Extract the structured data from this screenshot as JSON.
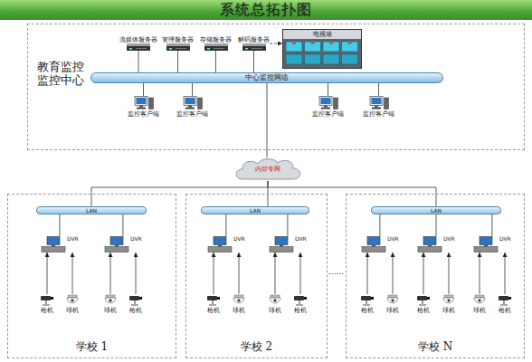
{
  "diagram": {
    "title": "系统总拓扑图",
    "nodes": [
      {
        "text": [
          "教育监控 监控中心"
        ]
      },
      {
        "text": [
          "流媒体服务器"
        ],
        "in": 0
      },
      {
        "text": [
          "管理服务器"
        ],
        "in": 0
      },
      {
        "text": [
          "存储服务器"
        ],
        "in": 0
      },
      {
        "text": [
          "解码服务器"
        ],
        "in": 0
      },
      {
        "text": [
          "电视墙"
        ],
        "in": 0
      },
      {
        "text": [
          "中心监控网络"
        ],
        "in": 0
      },
      {
        "text": [
          "监控客户端"
        ],
        "in": 0
      },
      {
        "text": [
          "监控客户端"
        ],
        "in": 0
      },
      {
        "text": [
          "监控客户端"
        ],
        "in": 0
      },
      {
        "text": [
          "监控客户端"
        ],
        "in": 0
      },
      {
        "text": [
          "内部专网"
        ]
      },
      {
        "text": [
          "学校 1"
        ]
      },
      {
        "text": [
          "LAN"
        ],
        "in": 12
      },
      {
        "text": [
          "DVR"
        ],
        "in": 12
      },
      {
        "text": [
          "DVR"
        ],
        "in": 12
      },
      {
        "text": [
          "枪机"
        ],
        "in": 12
      },
      {
        "text": [
          "球机"
        ],
        "in": 12
      },
      {
        "text": [
          "球机"
        ],
        "in": 12
      },
      {
        "text": [
          "枪机"
        ],
        "in": 12
      },
      {
        "text": [
          "学校 2"
        ]
      },
      {
        "text": [
          "LAN"
        ],
        "in": 20
      },
      {
        "text": [
          "DVR"
        ],
        "in": 20
      },
      {
        "text": [
          "DVR"
        ],
        "in": 20
      },
      {
        "text": [
          "枪机"
        ],
        "in": 20
      },
      {
        "text": [
          "球机"
        ],
        "in": 20
      },
      {
        "text": [
          "球机"
        ],
        "in": 20
      },
      {
        "text": [
          "枪机"
        ],
        "in": 20
      },
      {
        "text": [
          "学校 N"
        ]
      },
      {
        "text": [
          "LAN"
        ],
        "in": 28
      },
      {
        "text": [
          "DVR"
        ],
        "in": 28
      },
      {
        "text": [
          "DVR"
        ],
        "in": 28
      },
      {
        "text": [
          "DVR"
        ],
        "in": 28
      },
      {
        "text": [
          "枪机"
        ],
        "in": 28
      },
      {
        "text": [
          "球机"
        ],
        "in": 28
      },
      {
        "text": [
          "枪机"
        ],
        "in": 28
      },
      {
        "text": [
          "球机"
        ],
        "in": 28
      },
      {
        "text": [
          "球机"
        ],
        "in": 28
      },
      {
        "text": [
          "枪机"
        ],
        "in": 28
      }
    ],
    "edges": [
      {
        "from": 1,
        "to": 6,
        "arrow": "none"
      },
      {
        "from": 2,
        "to": 6,
        "arrow": "none"
      },
      {
        "from": 3,
        "to": 6,
        "arrow": "none"
      },
      {
        "from": 4,
        "to": 6,
        "arrow": "none"
      },
      {
        "from": 4,
        "to": 5,
        "arrow": "to"
      },
      {
        "from": 7,
        "to": 6,
        "arrow": "none"
      },
      {
        "from": 8,
        "to": 6,
        "arrow": "none"
      },
      {
        "from": 9,
        "to": 6,
        "arrow": "none"
      },
      {
        "from": 10,
        "to": 6,
        "arrow": "none"
      },
      {
        "from": 6,
        "to": 11,
        "arrow": "none"
      },
      {
        "from": 11,
        "to": 13,
        "arrow": "none"
      },
      {
        "from": 11,
        "to": 21,
        "arrow": "none"
      },
      {
        "from": 11,
        "to": 29,
        "arrow": "none"
      },
      {
        "from": 13,
        "to": 14,
        "arrow": "none"
      },
      {
        "from": 13,
        "to": 15,
        "arrow": "none"
      },
      {
        "from": 16,
        "to": 14,
        "arrow": "to"
      },
      {
        "from": 17,
        "to": 14,
        "arrow": "to"
      },
      {
        "from": 18,
        "to": 15,
        "arrow": "to"
      },
      {
        "from": 19,
        "to": 15,
        "arrow": "to"
      },
      {
        "from": 21,
        "to": 22,
        "arrow": "none"
      },
      {
        "from": 21,
        "to": 23,
        "arrow": "none"
      },
      {
        "from": 24,
        "to": 22,
        "arrow": "to"
      },
      {
        "from": 25,
        "to": 22,
        "arrow": "to"
      },
      {
        "from": 26,
        "to": 23,
        "arrow": "to"
      },
      {
        "from": 27,
        "to": 23,
        "arrow": "to"
      },
      {
        "from": 29,
        "to": 30,
        "arrow": "none"
      },
      {
        "from": 29,
        "to": 31,
        "arrow": "none"
      },
      {
        "from": 29,
        "to": 32,
        "arrow": "none"
      },
      {
        "from": 33,
        "to": 30,
        "arrow": "to"
      },
      {
        "from": 34,
        "to": 30,
        "arrow": "to"
      },
      {
        "from": 35,
        "to": 31,
        "arrow": "to"
      },
      {
        "from": 36,
        "to": 31,
        "arrow": "to"
      },
      {
        "from": 37,
        "to": 32,
        "arrow": "to"
      },
      {
        "from": 38,
        "to": 32,
        "arrow": "to"
      }
    ],
    "labels": [
      "......"
    ]
  }
}
